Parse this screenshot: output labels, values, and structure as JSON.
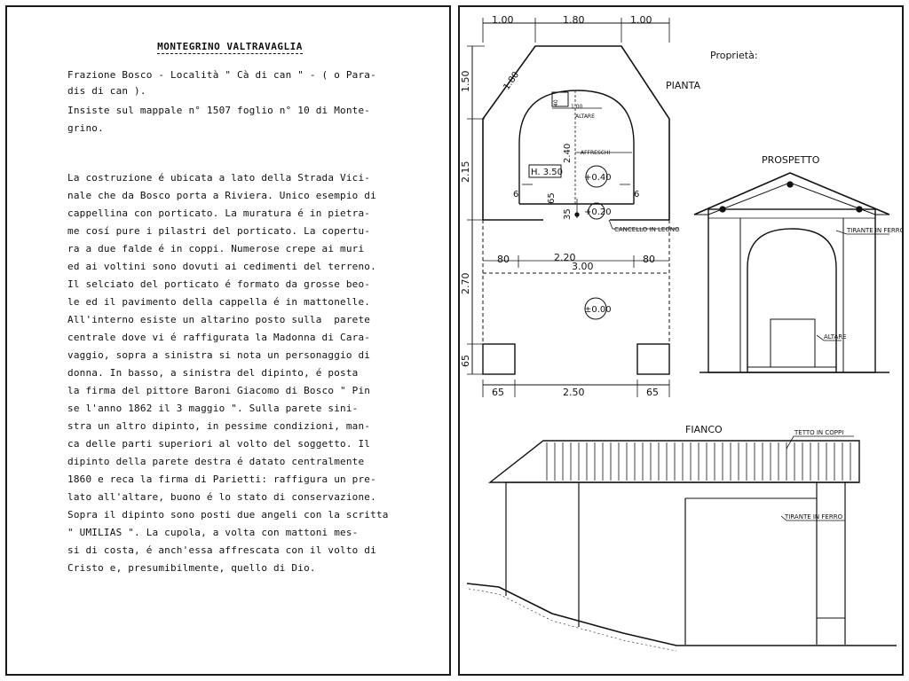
{
  "document": {
    "title": "MONTEGRINO VALTRAVAGLIA",
    "lines": [
      "Frazione Bosco - Località \" Cà di can \" - ( o Para-",
      "dis di can ).",
      "Insiste sul mappale n° 1507 foglio n° 10 di Monte-",
      "grino.",
      "",
      "",
      "La costruzione é ubicata a lato della Strada Vici-",
      "nale che da Bosco porta a Riviera. Unico esempio di",
      "cappellina con porticato. La muratura é in pietra-",
      "me cosí pure i pilastri del porticato. La copertu-",
      "ra a due falde é in coppi. Numerose crepe ai muri",
      "ed ai voltini sono dovuti ai cedimenti del terreno.",
      "Il selciato del porticato é formato da grosse beo-",
      "le ed il pavimento della cappella é in mattonelle.",
      "All'interno esiste un altarino posto sulla  parete",
      "centrale dove vi é raffigurata la Madonna di Cara-",
      "vaggio, sopra a sinistra si nota un personaggio di",
      "donna. In basso, a sinistra del dipinto, é posta",
      "la firma del pittore Baroni Giacomo di Bosco \" Pin",
      "se l'anno 1862 il 3 maggio \". Sulla parete sini-",
      "stra un altro dipinto, in pessime condizioni, man-",
      "ca delle parti superiori al volto del soggetto. Il",
      "dipinto della parete destra é datato centralmente",
      "1860 e reca la firma di Parietti: raffigura un pre-",
      "lato all'altare, buono é lo stato di conservazione.",
      "Sopra il dipinto sono posti due angeli con la scritta",
      "\" UMILIAS \". La cupola, a volta con mattoni mes-",
      "si di costa, é anch'essa affrescata con il volto di",
      "Cristo e, presumibilmente, quello di Dio."
    ]
  },
  "drawing": {
    "proprieta_label": "Proprietà:",
    "views": {
      "plan": "PIANTA",
      "elevation": "PROSPETTO",
      "side": "FIANCO"
    },
    "top_dims": [
      "1.00",
      "1.80",
      "1.00"
    ],
    "left_dims": [
      "1.50",
      "2.15",
      "2.70",
      "65"
    ],
    "diag_dim": "1.80",
    "inner_labels": {
      "altare_box": "40",
      "altare_w": "1.00",
      "altare": "ALTARE",
      "affreschi": "AFFRESCHI",
      "height_240": "2.40",
      "h_label": "H. 3.50",
      "level_040": "+0.40",
      "level_020": "+0.20",
      "level_000": "±0.00",
      "wall_6_left": "6",
      "wall_6_right": "6",
      "dim_65": "65",
      "dim_35": "35",
      "cancello": "CANCELLO IN LEGNO"
    },
    "mid_dims": [
      "80",
      "2.20",
      "80"
    ],
    "mid_total": "3.00",
    "bottom_dims": [
      "65",
      "2.50",
      "65"
    ],
    "elevation_labels": {
      "tirante": "TIRANTE IN FERRO",
      "altare": "ALTARE"
    },
    "side_labels": {
      "tetto": "TETTO IN COPPI",
      "tirante": "TIRANTE IN FERRO"
    }
  }
}
